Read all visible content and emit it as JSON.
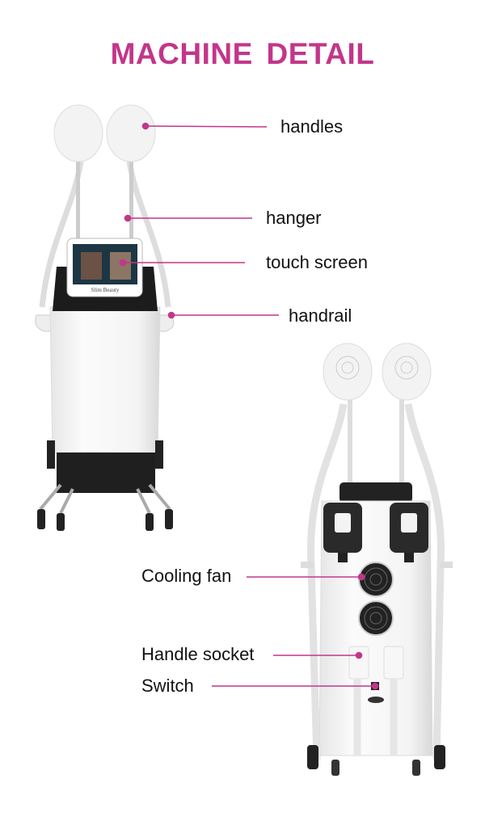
{
  "title": "MACHINE  DETAIL",
  "accent_color": "#c2368a",
  "front_view": {
    "labels": [
      "handles",
      "hanger",
      "touch screen",
      "handrail"
    ],
    "screen_logo": "Slim Beauty"
  },
  "back_view": {
    "labels": [
      "Cooling fan",
      "Handle socket",
      "Switch"
    ]
  }
}
